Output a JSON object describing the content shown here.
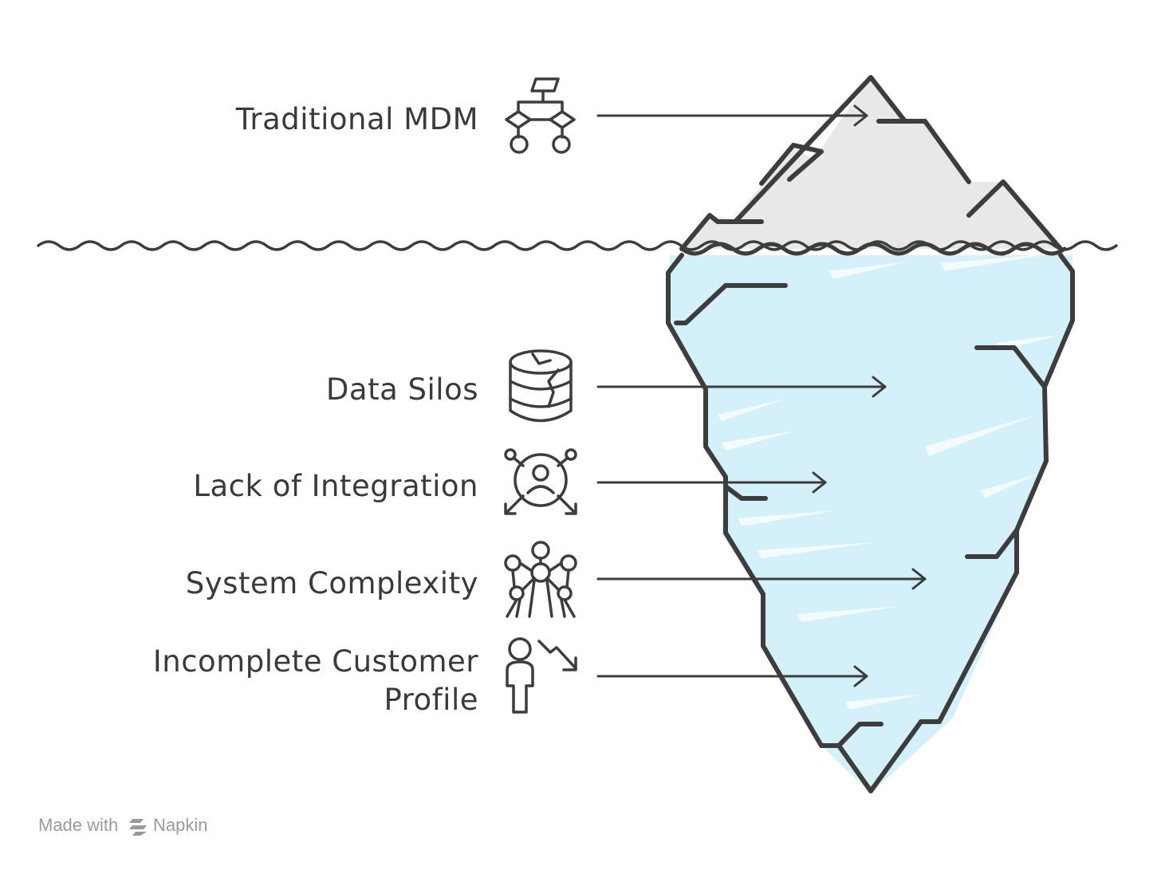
{
  "labels": {
    "traditional_mdm": "Traditional MDM",
    "data_silos": "Data Silos",
    "lack_of_integration": "Lack of Integration",
    "system_complexity": "System Complexity",
    "incomplete_profile_line1": "Incomplete Customer",
    "incomplete_profile_line2": "Profile"
  },
  "footer": {
    "made_with": "Made with",
    "brand": "Napkin"
  },
  "icons": {
    "traditional_mdm": "flowchart-icon",
    "data_silos": "broken-database-icon",
    "lack_of_integration": "person-network-icon",
    "system_complexity": "complex-structure-icon",
    "incomplete_profile": "person-decline-icon"
  },
  "colors": {
    "ink": "#3d3d3d",
    "ice_above": "#e8e8e8",
    "ice_below": "#d4f0fa",
    "footer_text": "#9a9a9a"
  }
}
